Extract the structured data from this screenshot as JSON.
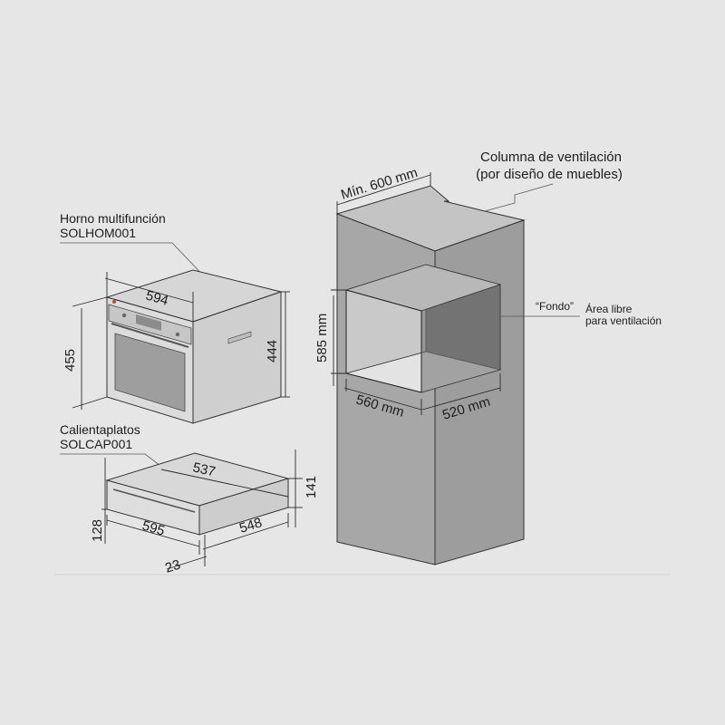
{
  "oven": {
    "name": "Horno multifunción",
    "model": "SOLHOM001",
    "dim_width": "594",
    "dim_height_front": "455",
    "dim_height_side": "444"
  },
  "warmer": {
    "name": "Calientaplatos",
    "model": "SOLCAP001",
    "dim_depth_top": "537",
    "dim_height_right": "141",
    "dim_height_left": "128",
    "dim_width": "595",
    "dim_depth": "548",
    "dim_offset": "23"
  },
  "column": {
    "title_line1": "Columna de ventilación",
    "title_line2": "(por diseño de muebles)",
    "min_width": "Mín. 600 mm",
    "niche_height": "585 mm",
    "niche_width": "560 mm",
    "niche_depth": "520 mm",
    "back_label": "“Fondo”",
    "vent_line1": "Área libre",
    "vent_line2": "para ventilación"
  },
  "colors": {
    "background": "#e6e6e6",
    "column_front": "#a7a7a7",
    "column_side": "#9a9a9a",
    "column_top": "#c4c4c4",
    "niche_back": "#7c7c7c",
    "appliance_body": "#d9d9d9"
  }
}
